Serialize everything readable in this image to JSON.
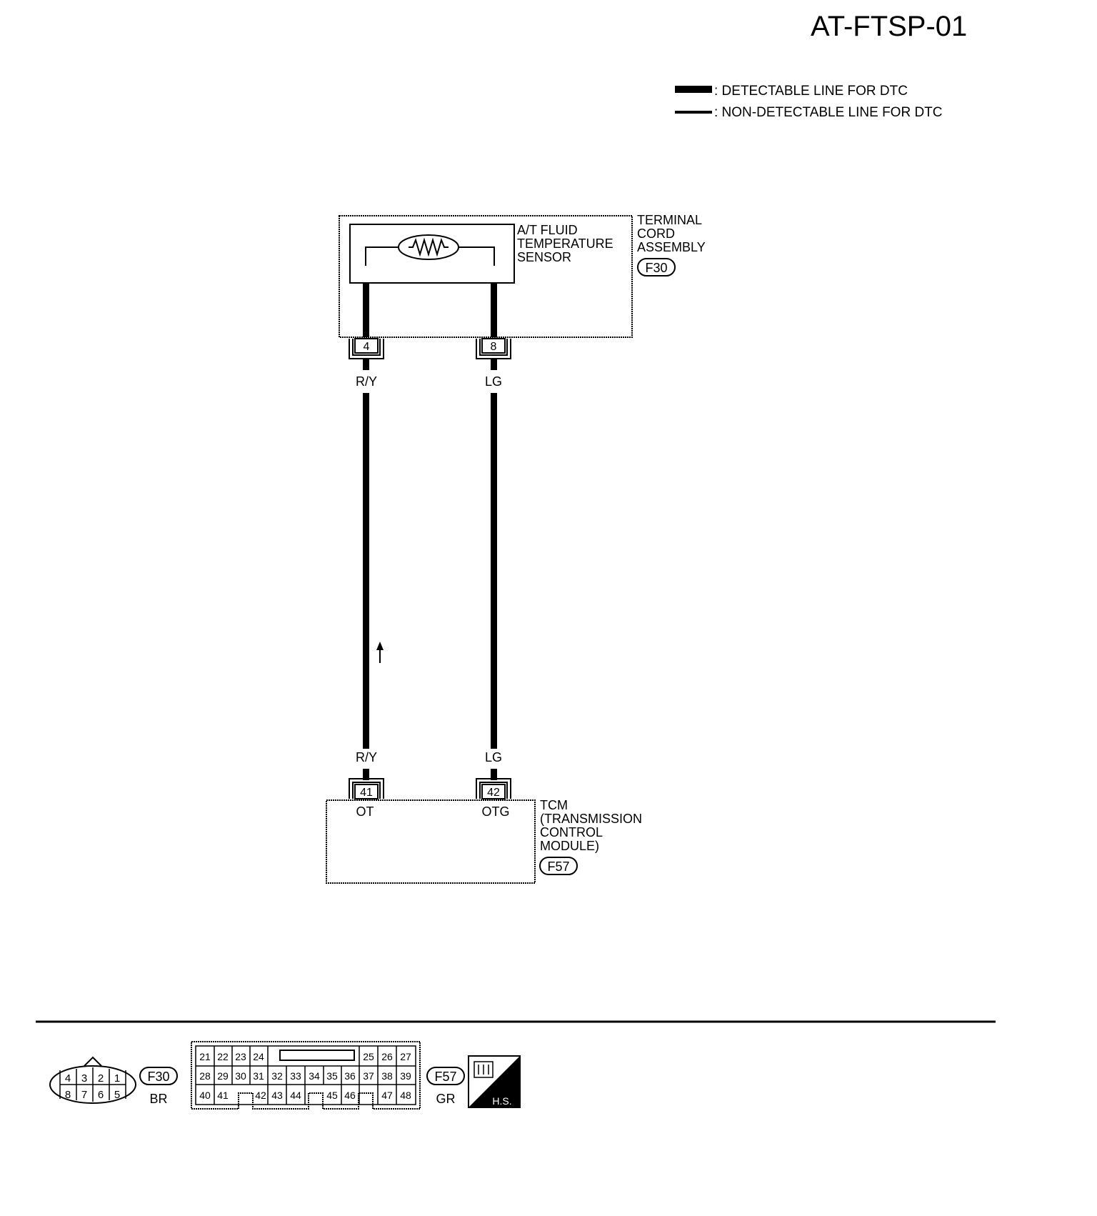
{
  "diagram_title": "AT-FTSP-01",
  "legend": {
    "detectable": ": DETECTABLE LINE FOR DTC",
    "non_detectable": ": NON-DETECTABLE LINE FOR DTC"
  },
  "sensor": {
    "name": [
      "A/T FLUID",
      "TEMPERATURE",
      "SENSOR"
    ]
  },
  "terminal_cord": {
    "name": [
      "TERMINAL",
      "CORD",
      "ASSEMBLY"
    ],
    "connector": "F30",
    "pin_left": "4",
    "pin_right": "8"
  },
  "wires": {
    "left_color_top": "R/Y",
    "right_color_top": "LG",
    "left_color_bottom": "R/Y",
    "right_color_bottom": "LG"
  },
  "tcm": {
    "name": [
      "TCM",
      "(TRANSMISSION",
      "CONTROL",
      "MODULE)"
    ],
    "connector": "F57",
    "pin_left": "41",
    "pin_right": "42",
    "signal_left": "OT",
    "signal_right": "OTG"
  },
  "connector_views": {
    "f30": {
      "id": "F30",
      "color": "BR",
      "row1": [
        "4",
        "3",
        "2",
        "1"
      ],
      "row2": [
        "8",
        "7",
        "6",
        "5"
      ]
    },
    "f57": {
      "id": "F57",
      "color": "GR",
      "row1_left": [
        "21",
        "22",
        "23",
        "24"
      ],
      "row1_right": [
        "25",
        "26",
        "27"
      ],
      "row2": [
        "28",
        "29",
        "30",
        "31",
        "32",
        "33",
        "34",
        "35",
        "36",
        "37",
        "38",
        "39"
      ],
      "row3_a": [
        "40",
        "41"
      ],
      "row3_b": [
        "42",
        "43",
        "44"
      ],
      "row3_c": [
        "45",
        "46"
      ],
      "row3_d": [
        "47",
        "48"
      ]
    },
    "hs_label": "H.S."
  }
}
